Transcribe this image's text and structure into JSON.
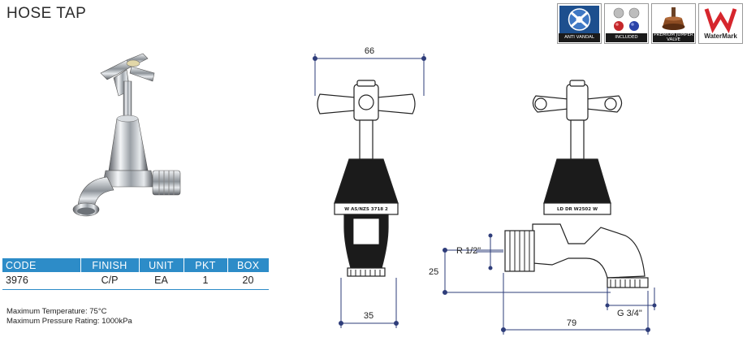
{
  "title": "HOSE TAP",
  "badges": [
    {
      "caption": "ANTI VANDAL"
    },
    {
      "caption": "INCLUDED"
    },
    {
      "caption": "PREMIUM JUMPER VALVE"
    },
    {
      "caption": "WaterMark"
    }
  ],
  "table": {
    "headers": [
      "CODE",
      "FINISH",
      "UNIT",
      "PKT",
      "BOX"
    ],
    "row": [
      "3976",
      "C/P",
      "EA",
      "1",
      "20"
    ]
  },
  "notes": {
    "max_temp": "Maximum Temperature: 75°C",
    "max_pressure": "Maximum Pressure Rating: 1000kPa"
  },
  "front_view": {
    "width_dim": "66",
    "bottom_dim": "35",
    "body_mark": "W AS/NZS 3718 2"
  },
  "side_view": {
    "thread_label": "R 1/2\"",
    "height_dim": "25",
    "outlet_label": "G 3/4\"",
    "length_dim": "79",
    "body_mark": "LD DR W2502 W"
  },
  "colors": {
    "accent": "#2d8cc8",
    "dim_line": "#2e3d7a"
  }
}
